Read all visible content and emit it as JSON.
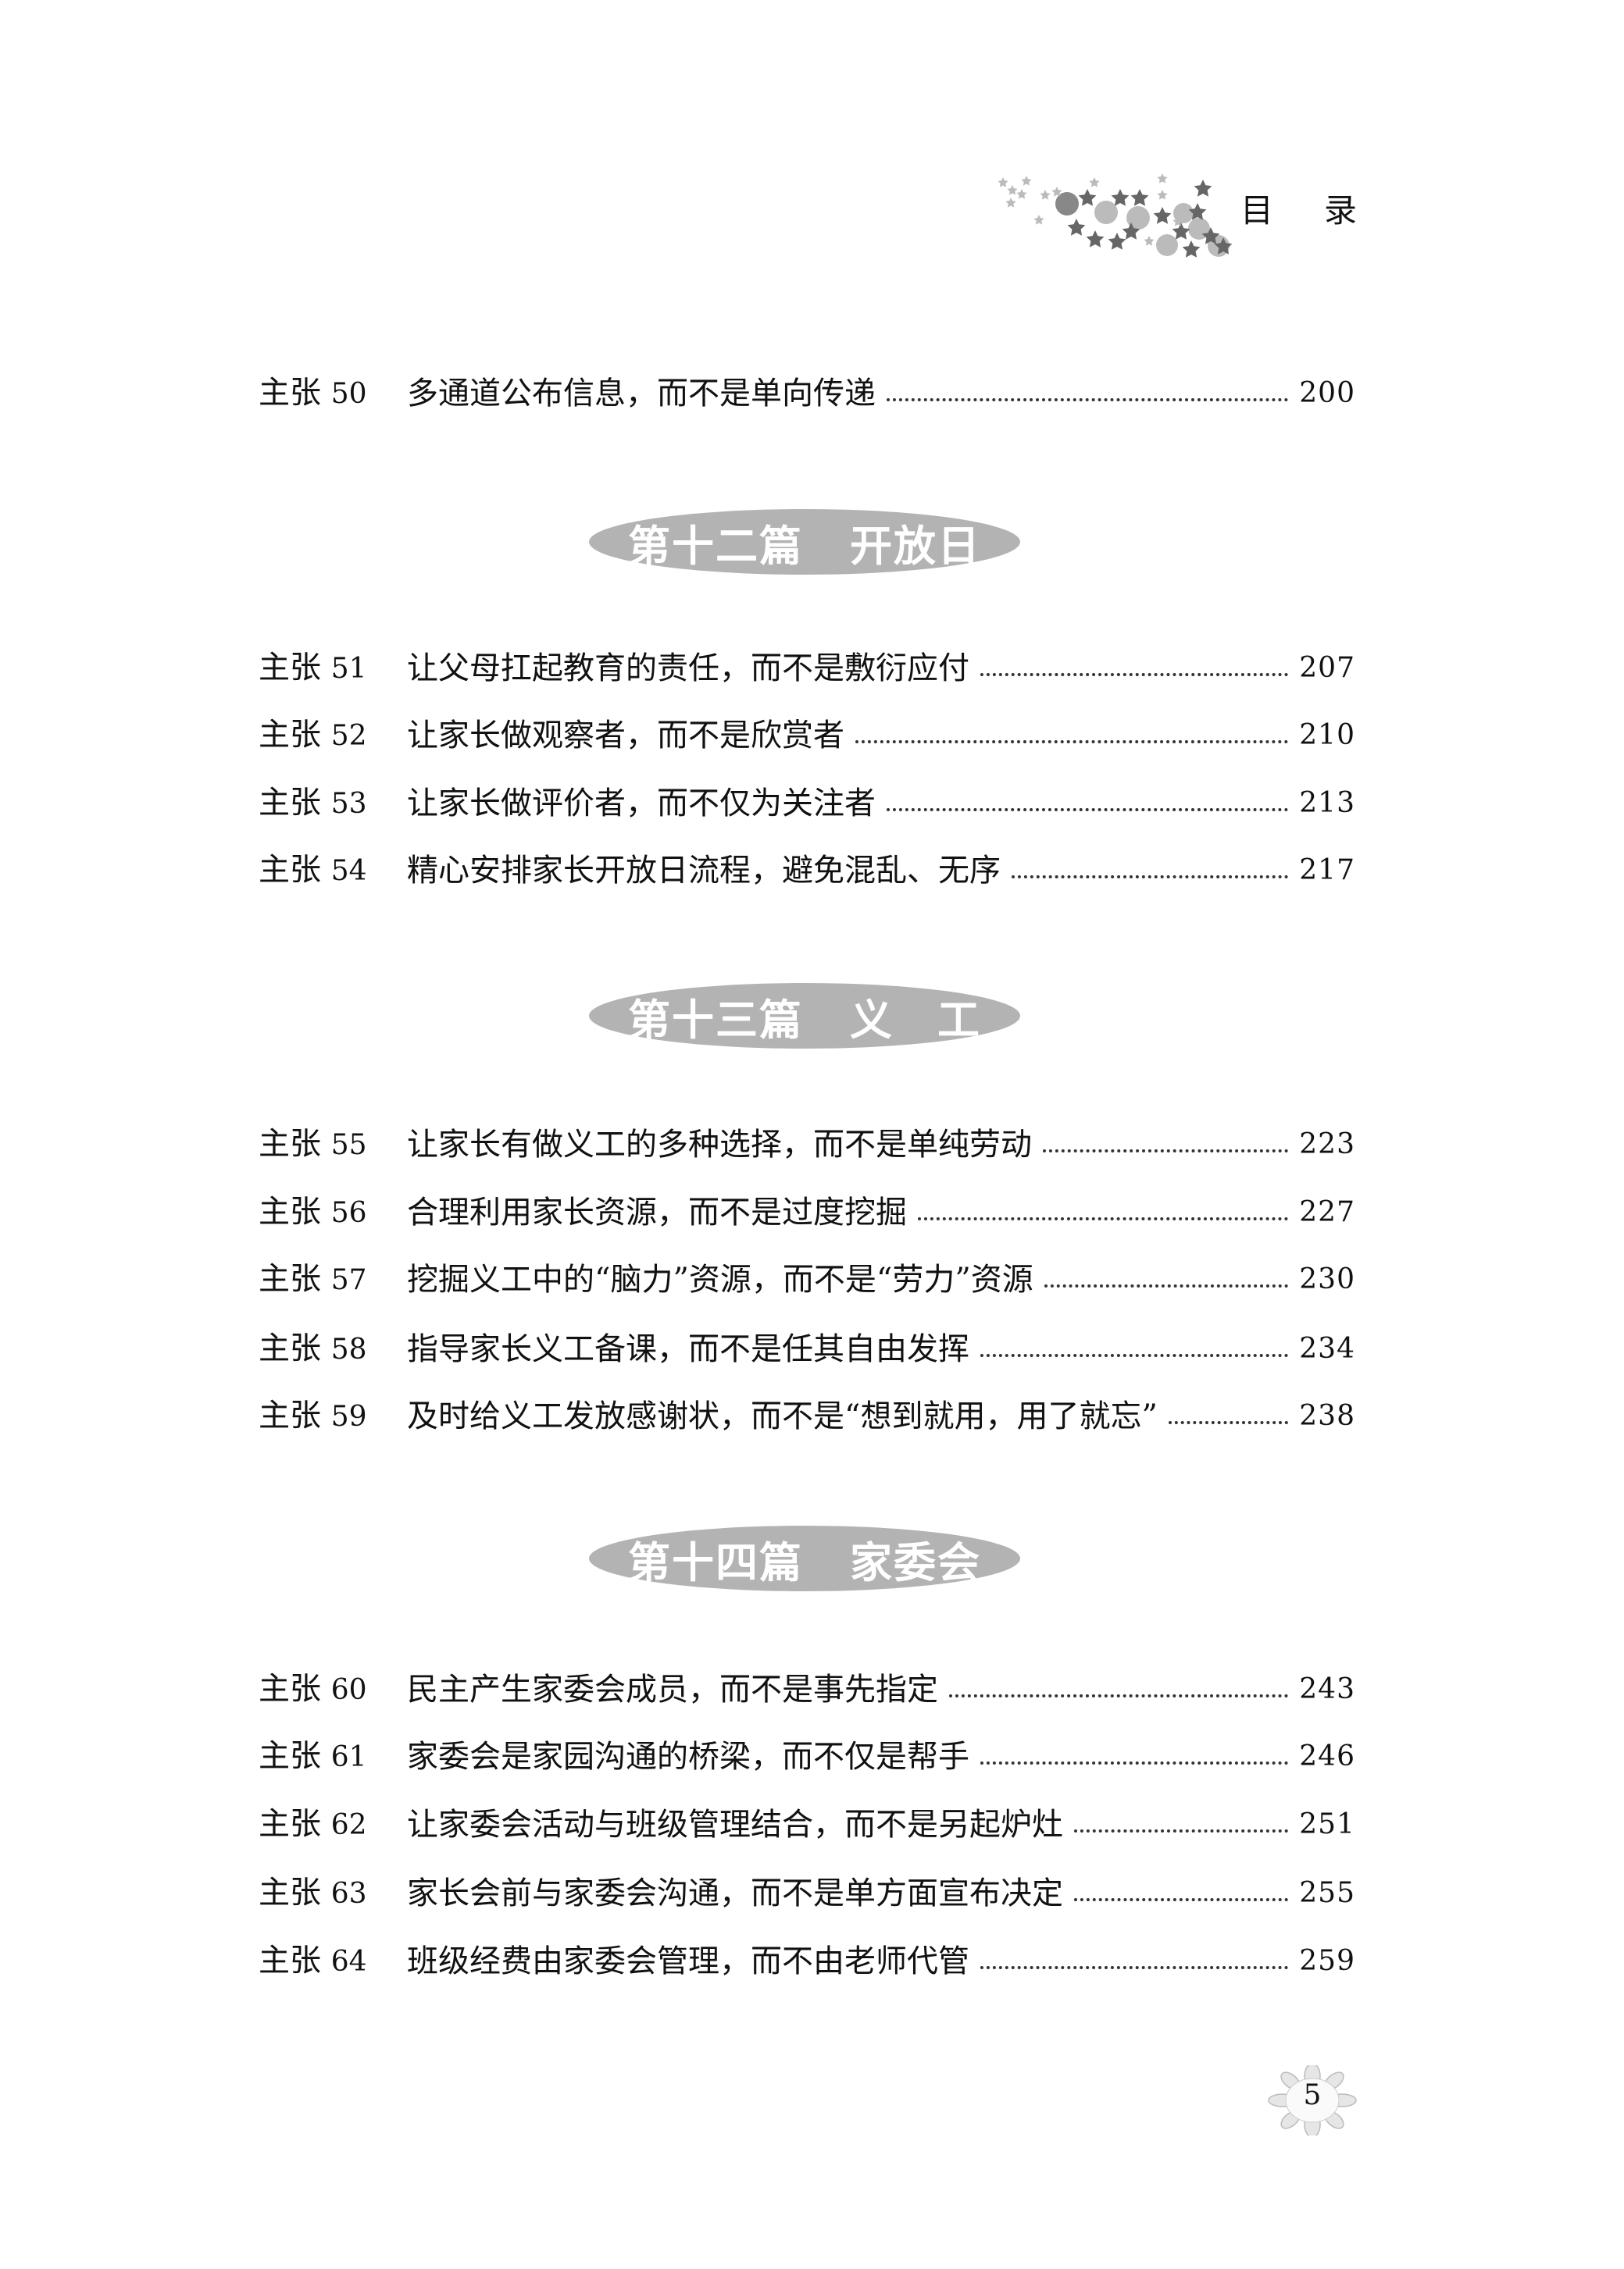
{
  "header": {
    "title_chars": [
      "目",
      "录"
    ]
  },
  "sections": [
    {
      "banner": null,
      "entries": [
        {
          "label": "主张",
          "num": "50",
          "title": "多通道公布信息，而不是单向传递",
          "page": "200"
        }
      ]
    },
    {
      "banner": {
        "part": "第十二篇",
        "name": "开放日"
      },
      "entries": [
        {
          "label": "主张",
          "num": "51",
          "title": "让父母扛起教育的责任，而不是敷衍应付",
          "page": "207"
        },
        {
          "label": "主张",
          "num": "52",
          "title": "让家长做观察者，而不是欣赏者",
          "page": "210"
        },
        {
          "label": "主张",
          "num": "53",
          "title": "让家长做评价者，而不仅为关注者",
          "page": "213"
        },
        {
          "label": "主张",
          "num": "54",
          "title": "精心安排家长开放日流程，避免混乱、无序",
          "page": "217"
        }
      ]
    },
    {
      "banner": {
        "part": "第十三篇",
        "name": "义　工"
      },
      "entries": [
        {
          "label": "主张",
          "num": "55",
          "title": "让家长有做义工的多种选择，而不是单纯劳动",
          "page": "223"
        },
        {
          "label": "主张",
          "num": "56",
          "title": "合理利用家长资源，而不是过度挖掘",
          "page": "227"
        },
        {
          "label": "主张",
          "num": "57",
          "title": "挖掘义工中的“脑力”资源，而不是“劳力”资源",
          "page": "230"
        },
        {
          "label": "主张",
          "num": "58",
          "title": "指导家长义工备课，而不是任其自由发挥",
          "page": "234"
        },
        {
          "label": "主张",
          "num": "59",
          "title": "及时给义工发放感谢状，而不是“想到就用，用了就忘”",
          "page": "238"
        }
      ]
    },
    {
      "banner": {
        "part": "第十四篇",
        "name": "家委会"
      },
      "entries": [
        {
          "label": "主张",
          "num": "60",
          "title": "民主产生家委会成员，而不是事先指定",
          "page": "243"
        },
        {
          "label": "主张",
          "num": "61",
          "title": "家委会是家园沟通的桥梁，而不仅是帮手",
          "page": "246"
        },
        {
          "label": "主张",
          "num": "62",
          "title": "让家委会活动与班级管理结合，而不是另起炉灶",
          "page": "251"
        },
        {
          "label": "主张",
          "num": "63",
          "title": "家长会前与家委会沟通，而不是单方面宣布决定",
          "page": "255"
        },
        {
          "label": "主张",
          "num": "64",
          "title": "班级经费由家委会管理，而不由老师代管",
          "page": "259"
        }
      ]
    }
  ],
  "footer": {
    "page_number": "5"
  }
}
